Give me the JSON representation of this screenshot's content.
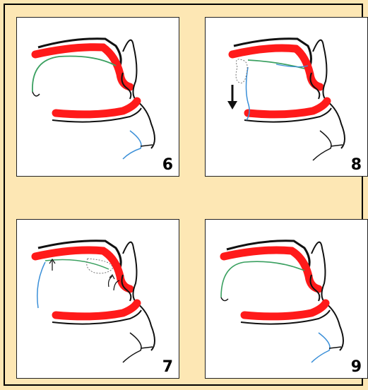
{
  "panels": [
    {
      "id": "p6",
      "label": "6"
    },
    {
      "id": "p8",
      "label": "8"
    },
    {
      "id": "p7",
      "label": "7"
    },
    {
      "id": "p9",
      "label": "9"
    }
  ],
  "colors": {
    "background": "#fde7b4",
    "bone": "#ff1a1a",
    "outline": "#111111",
    "tongue": "#3aa060",
    "air_flow": "#3a8fd8"
  }
}
